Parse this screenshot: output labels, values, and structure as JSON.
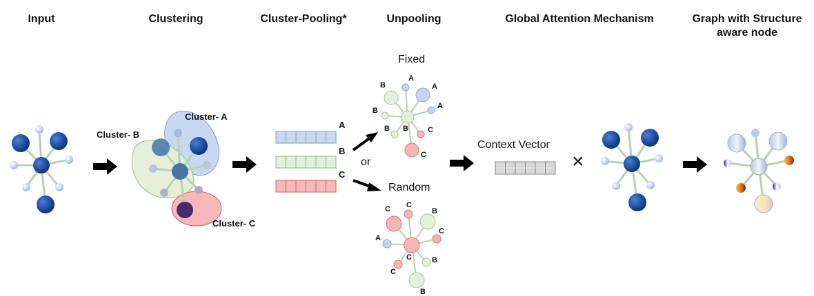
{
  "headers": {
    "input": "Input",
    "clustering": "Clustering",
    "cluster_pooling": "Cluster-Pooling*",
    "unpooling": "Unpooling",
    "global_attention": "Global Attention Mechanism",
    "graph_line1": "Graph with Structure",
    "graph_line2": "aware node"
  },
  "clusters": {
    "a": "Cluster- A",
    "b": "Cluster- B",
    "c": "Cluster- C"
  },
  "pool_labels": [
    "A",
    "B",
    "C"
  ],
  "unpool": {
    "fixed": "Fixed",
    "random": "Random",
    "or": "or",
    "fixed_node_labels": [
      "A",
      "A",
      "A",
      "B",
      "B",
      "B",
      "B",
      "C",
      "C"
    ],
    "random_node_labels": [
      "C",
      "C",
      "B",
      "C",
      "A",
      "C",
      "B",
      "C",
      "B"
    ]
  },
  "context_vector": "Context Vector",
  "multiply": "×",
  "colors": {
    "blue_node": "#1f4fa3",
    "light_blue": "#c7d4f0",
    "green_light": "#e3f0dc",
    "red_light": "#f6b6b6",
    "edge": "#b7d1ad",
    "cluster_a": "#c9d8f1",
    "cluster_b": "#e4efd9",
    "cluster_c": "#f6b8b8",
    "arrow": "#000000",
    "context": "#d9d9d9"
  }
}
